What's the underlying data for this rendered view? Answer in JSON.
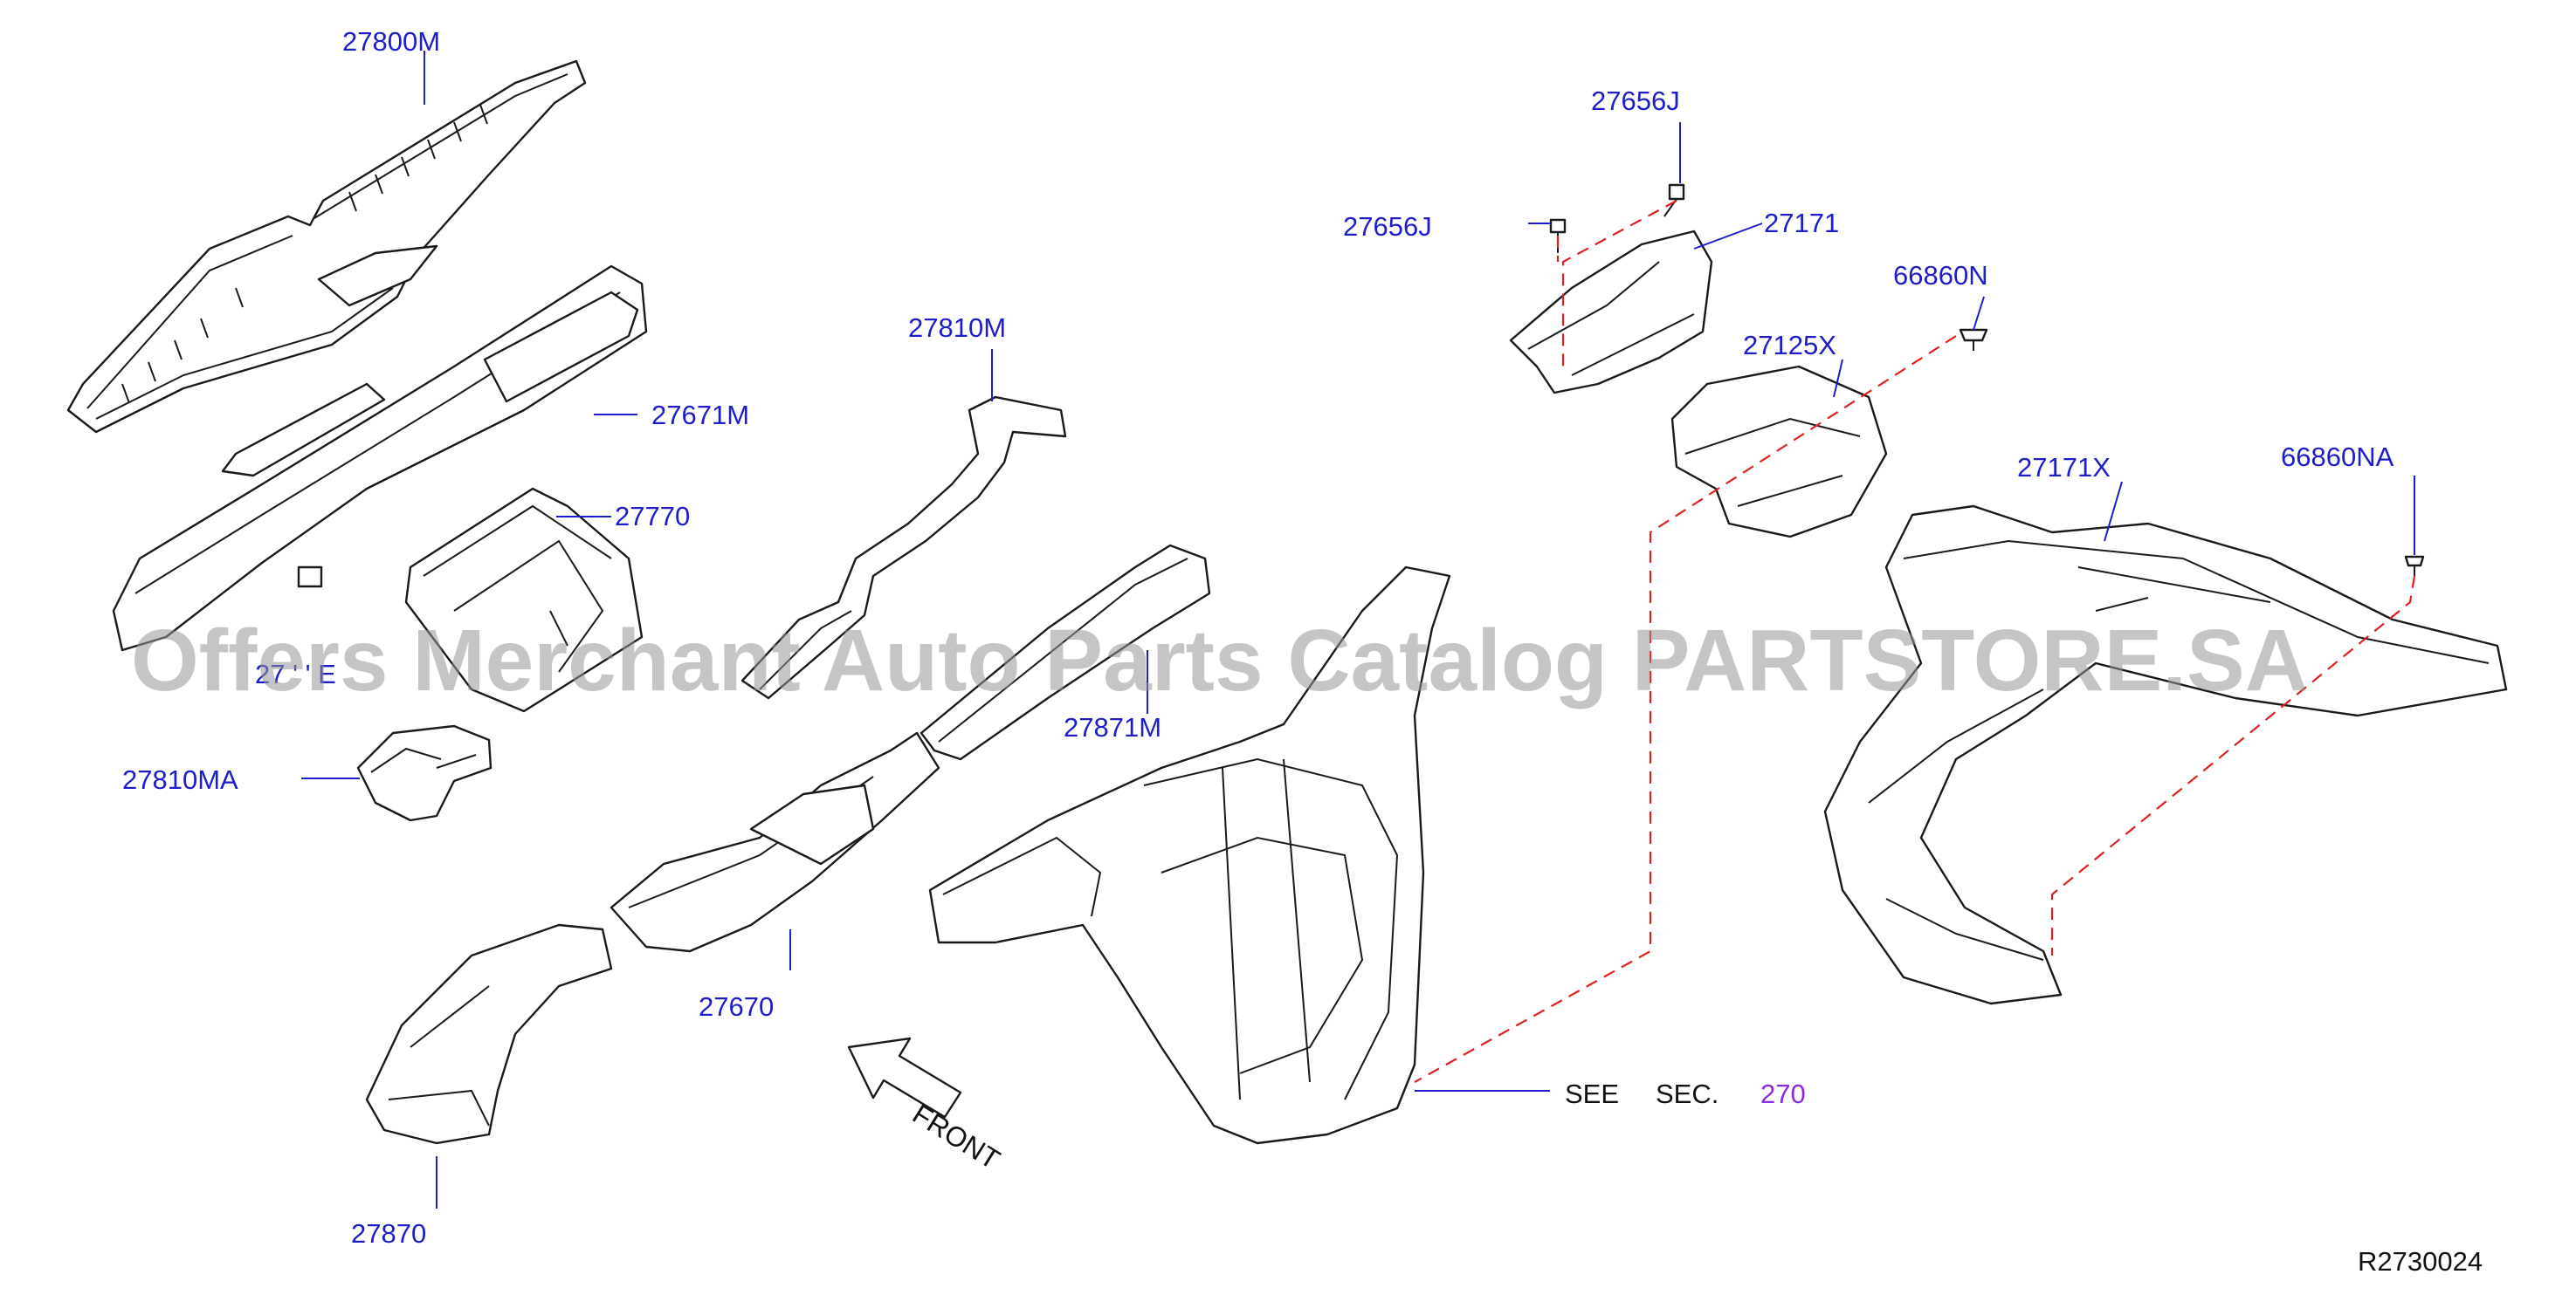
{
  "labels": {
    "p27800M": "27800M",
    "p27671M": "27671M",
    "p27770": "27770",
    "p27810MA": "27810MA",
    "p27810M": "27810M",
    "p27871M": "27871M",
    "p27670": "27670",
    "p27870": "27870",
    "p27656J_top": "27656J",
    "p27656J_left": "27656J",
    "p27171": "27171",
    "p66860N": "66860N",
    "p27125X": "27125X",
    "p27171X": "27171X",
    "p66860NA": "66860NA",
    "p27810E_partial": "27 ' ' E"
  },
  "see_sec": {
    "see": "SEE",
    "sec": "SEC.",
    "number": "270"
  },
  "front_label": "FRONT",
  "diagram_id": "R2730024",
  "watermark": "Offers Merchant Auto Parts Catalog PARTSTORE.SA",
  "colors": {
    "part_number": "#1d1dcc",
    "section_ref": "#8a2be2",
    "dashed_line": "#e02020",
    "watermark": "#969696"
  }
}
